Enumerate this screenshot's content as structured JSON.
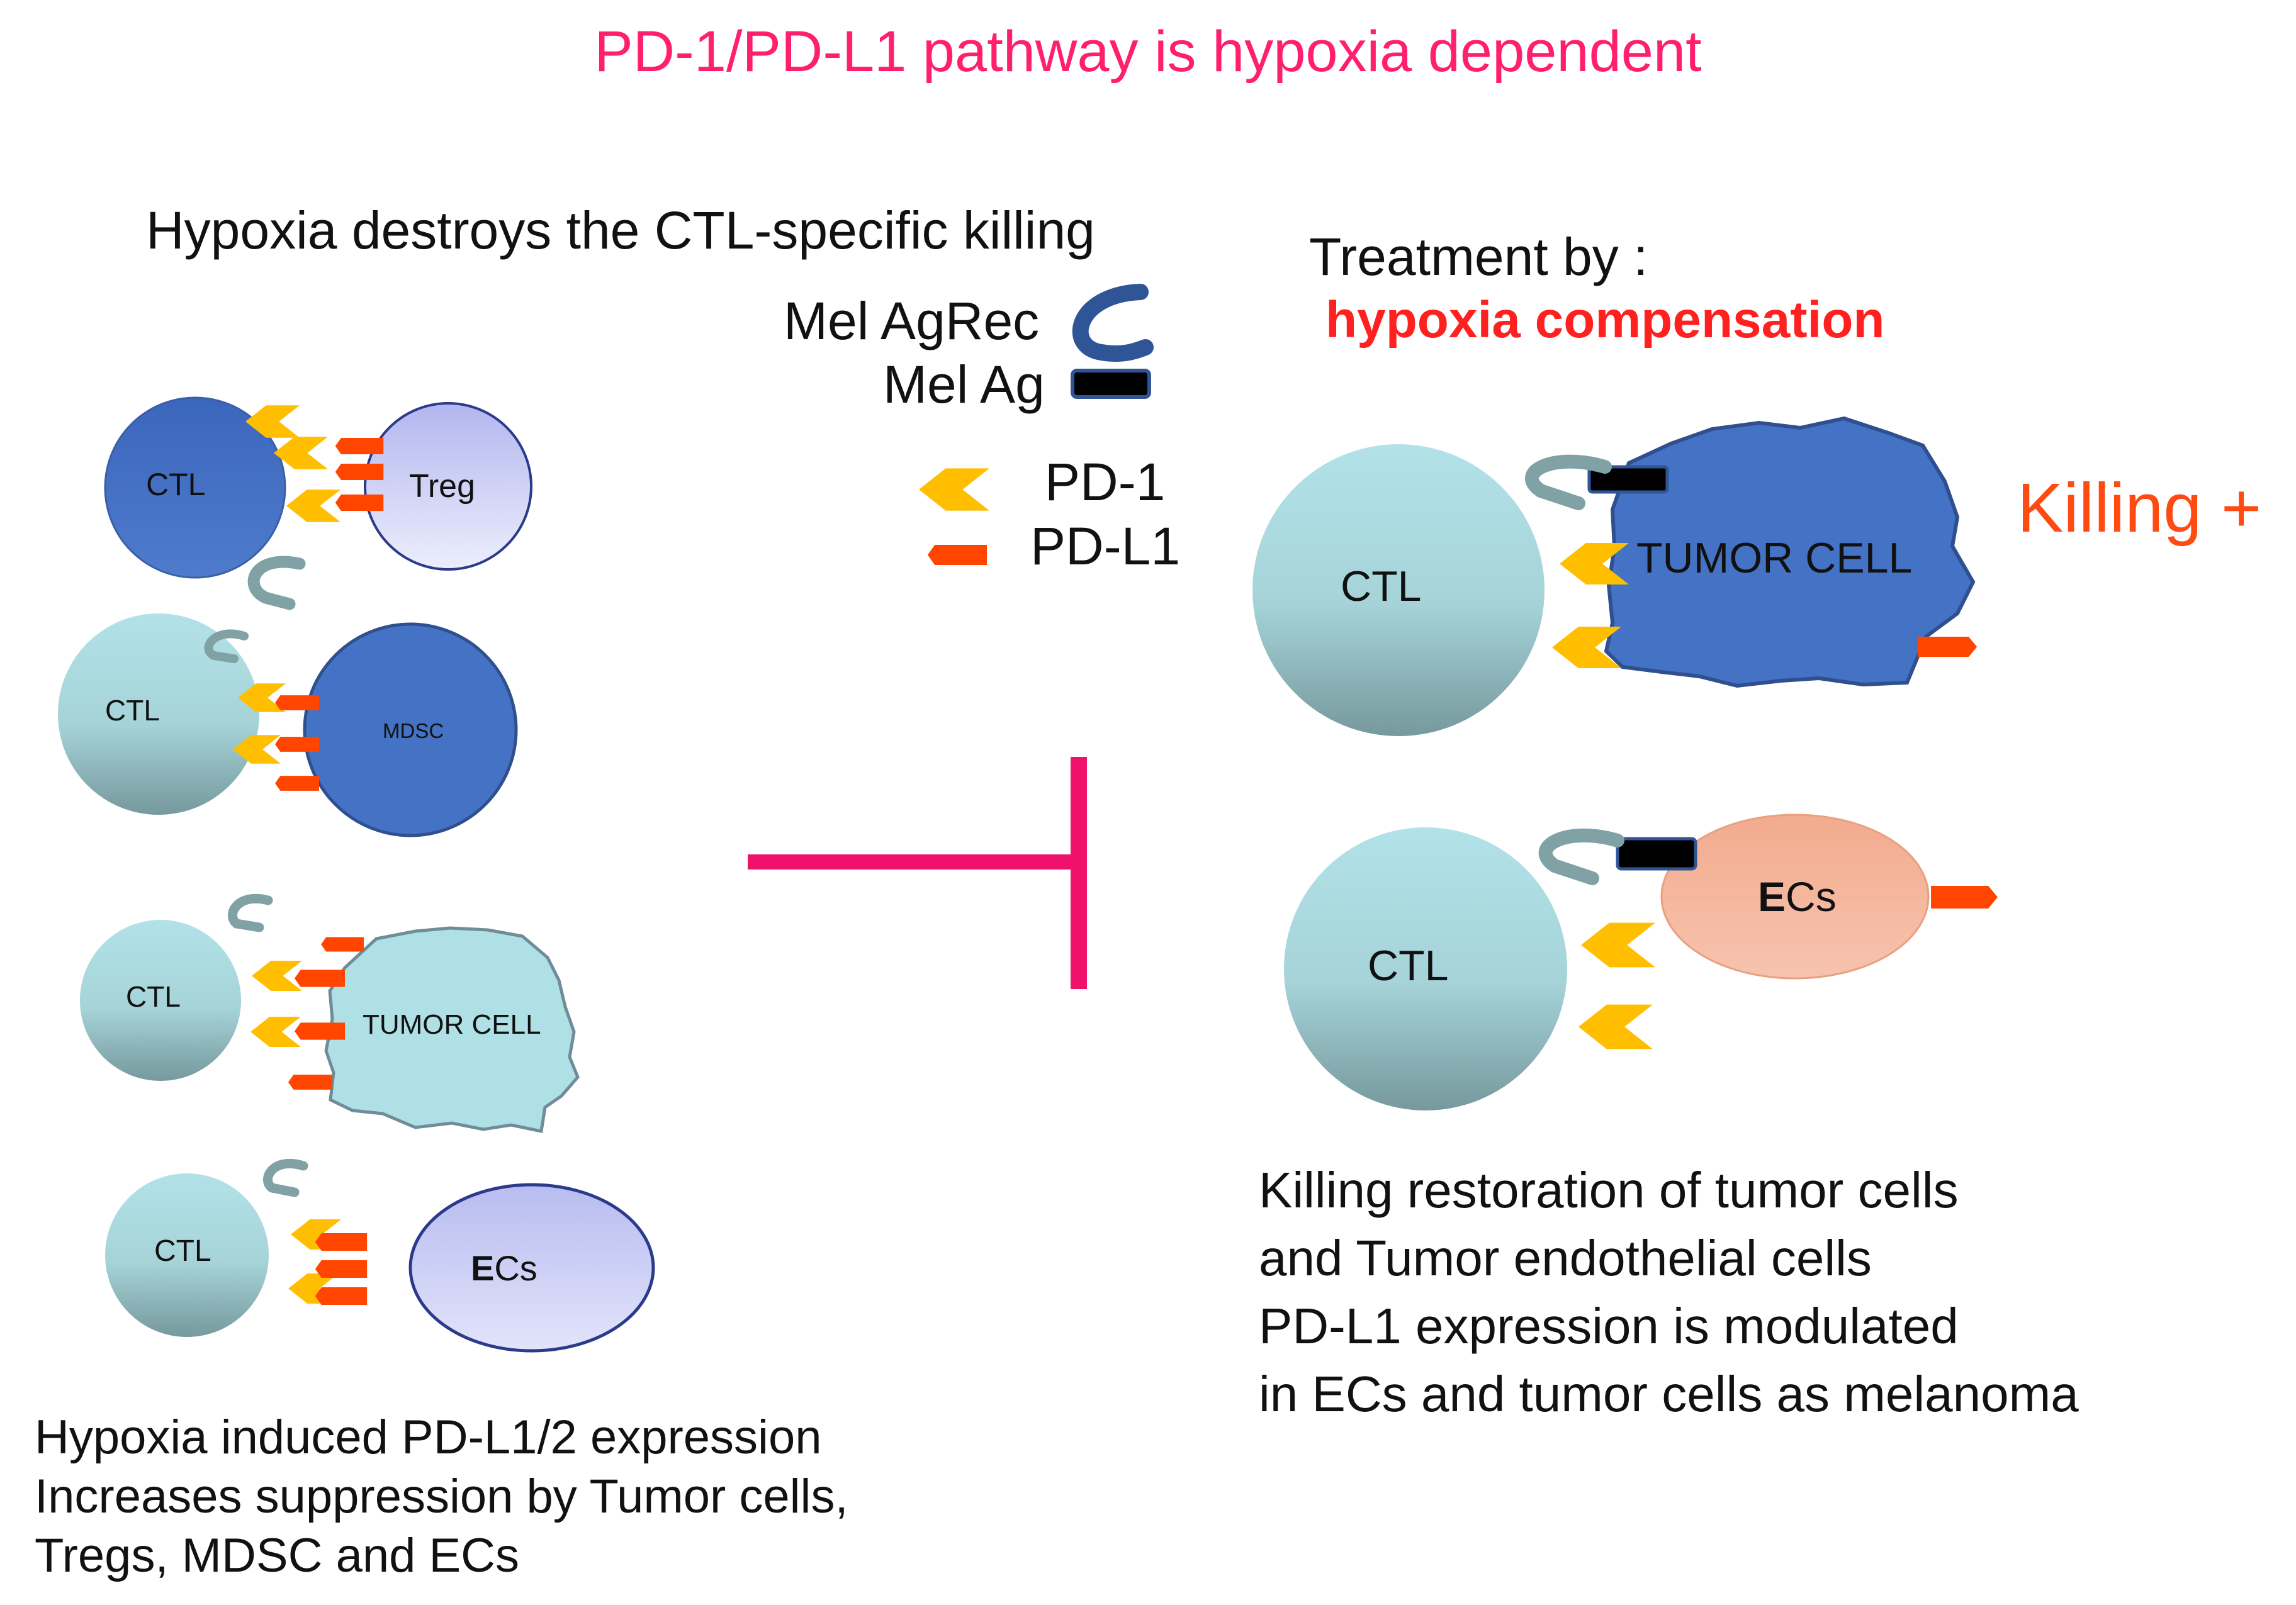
{
  "title": "PD-1/PD-L1 pathway is hypoxia dependent",
  "left_heading": "Hypoxia destroys the CTL-specific killing",
  "legend": {
    "mel_agrec": "Mel AgRec",
    "mel_ag": "Mel Ag",
    "pd1": "PD-1",
    "pdl1": "PD-L1"
  },
  "treatment": {
    "label": "Treatment by :",
    "method": "hypoxia compensation"
  },
  "killing_label": "Killing +",
  "left_panel": {
    "ctl1": "CTL",
    "treg": "Treg",
    "ctl2": "CTL",
    "mdsc": "MDSC",
    "ctl3": "CTL",
    "tumor": "TUMOR CELL",
    "ctl4": "CTL",
    "ecs_bold": "E",
    "ecs_rest": "Cs"
  },
  "right_panel": {
    "ctl1": "CTL",
    "tumor": "TUMOR CELL",
    "ctl2": "CTL",
    "ecs_bold": "E",
    "ecs_rest": "Cs"
  },
  "left_caption": [
    "Hypoxia induced PD-L1/2 expression",
    "Increases suppression by Tumor cells,",
    "Tregs, MDSC and ECs"
  ],
  "right_caption": [
    "Killing restoration of tumor cells",
    "and Tumor endothelial cells",
    "PD-L1 expression is modulated",
    "in ECs and tumor cells as melanoma"
  ],
  "colors": {
    "title": "#ff1f6e",
    "inhibitor": "#f0116a",
    "pd1": "#ffbf00",
    "pdl1": "#ff4500",
    "ctl_light": "#aee0e6",
    "ctl_dark": "#7fa5aa",
    "tumor_blue": "#4472c4",
    "ecs_orange": "#f4b49a",
    "ecs_lavender": "#c5c8f2",
    "receptor": "#2f5597",
    "antigen": "#000000"
  }
}
